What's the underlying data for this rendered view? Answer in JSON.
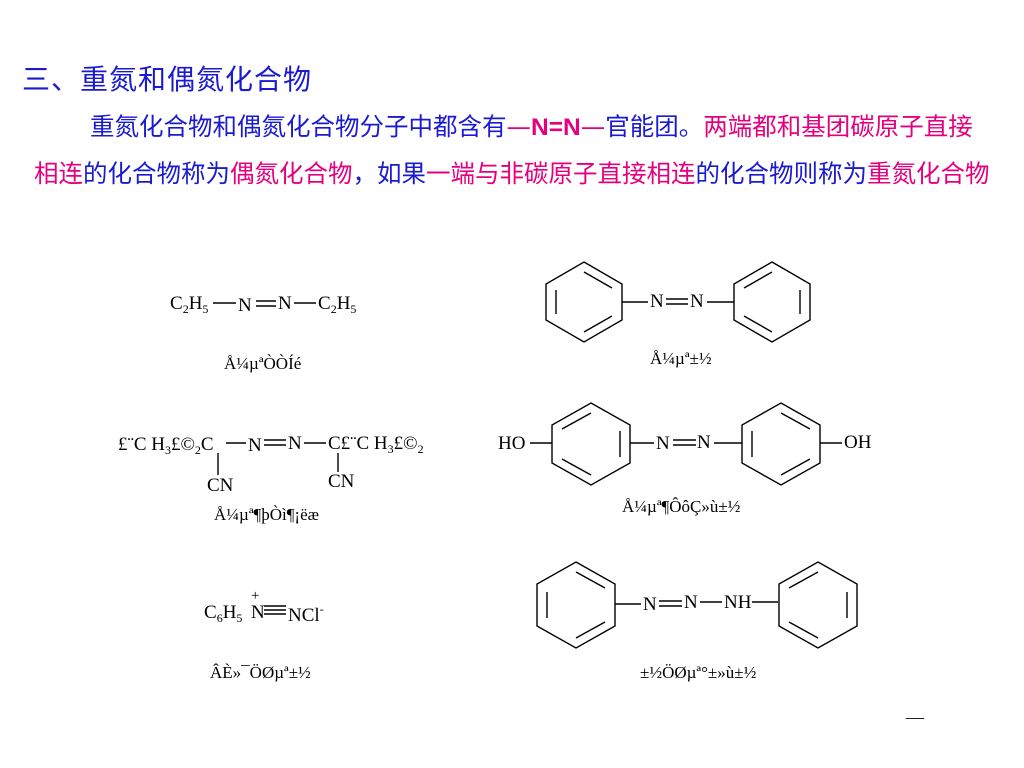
{
  "heading": "三、重氮和偶氮化合物",
  "para": [
    {
      "t": "重氮化合物和偶氮化合物分子中都含有",
      "s": "n"
    },
    {
      "t": "—",
      "s": "h"
    },
    {
      "t": "N=N",
      "s": "hb"
    },
    {
      "t": "—",
      "s": "h"
    },
    {
      "t": "官能团。",
      "s": "n"
    },
    {
      "t": "两端都和基团碳原子直接相连",
      "s": "h"
    },
    {
      "t": "的化合物称为",
      "s": "n"
    },
    {
      "t": "偶氮化合物",
      "s": "h"
    },
    {
      "t": "，如果",
      "s": "n"
    },
    {
      "t": "一端与非碳原子直接相连",
      "s": "h"
    },
    {
      "t": "的化合物则称为",
      "s": "n"
    },
    {
      "t": "重氮化合物",
      "s": "h"
    }
  ],
  "colors": {
    "text": "#1a1ad0",
    "highlight": "#e4007f",
    "structure": "#000000"
  },
  "molecules": {
    "m1": {
      "f1": "C",
      "f1s": "2",
      "f2": "H",
      "f2s": "5",
      "n1": "N",
      "n2": "N",
      "f3": "C",
      "f3s": "2",
      "f4": "H",
      "f4s": "5",
      "caption": "Å¼µªÒÒÍé"
    },
    "m2": {
      "n1": "N",
      "n2": "N",
      "caption": "Å¼µª±½"
    },
    "m3": {
      "left": "£¨C H",
      "ls": "3",
      "lm": "£©",
      "ls2": "2",
      "lc": "C",
      "n1": "N",
      "n2": "N",
      "right": "C£¨C H",
      "rs": "3",
      "rm": "£©",
      "rs2": "2",
      "cn1": "CN",
      "cn2": "CN",
      "caption": "Å¼µª¶þÒì¶¡ëæ"
    },
    "m4": {
      "ho": "HO",
      "n1": "N",
      "n2": "N",
      "oh": "OH",
      "caption": "Å¼µª¶ÔôÇ»ù±½"
    },
    "m5": {
      "c": "C",
      "cs": "6",
      "h": "H",
      "hs": "5",
      "nplus": "N",
      "plus": "+",
      "ncl": "NCl",
      "minus": "-",
      "caption": "ÂÈ»¯ÖØµª±½"
    },
    "m6": {
      "n1": "N",
      "n2": "N",
      "nh": "NH",
      "caption": "±½ÖØµª°±»ù±½"
    }
  },
  "page_mark": "—"
}
